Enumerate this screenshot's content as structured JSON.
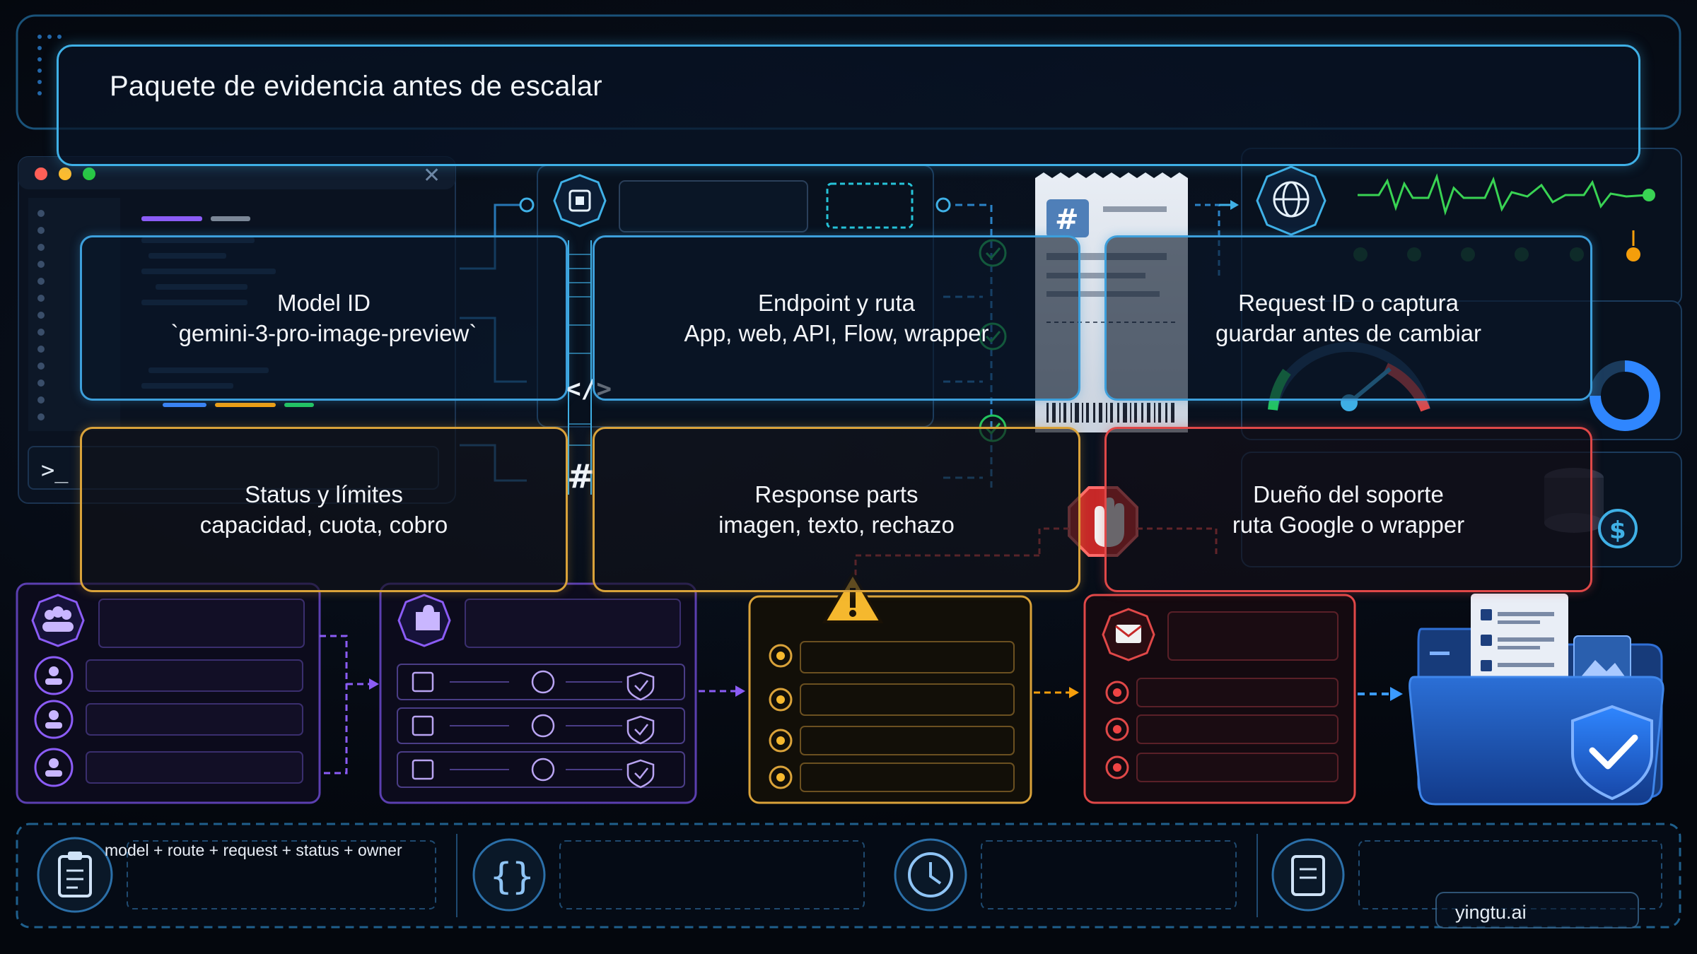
{
  "header": {
    "title": "Paquete de evidencia antes de escalar"
  },
  "cards": [
    {
      "id": "model-id",
      "tone": "blue",
      "lines": [
        "Model ID",
        "`gemini-3-pro-image-preview`"
      ]
    },
    {
      "id": "endpoint",
      "tone": "blue",
      "lines": [
        "Endpoint y ruta",
        "App, web, API, Flow, wrapper"
      ]
    },
    {
      "id": "request-id",
      "tone": "blue",
      "lines": [
        "Request ID o captura",
        "guardar antes de cambiar"
      ]
    },
    {
      "id": "status",
      "tone": "amber",
      "lines": [
        "Status y límites",
        "capacidad, cuota, cobro"
      ]
    },
    {
      "id": "response",
      "tone": "amber",
      "lines": [
        "Response parts",
        "imagen, texto, rechazo"
      ]
    },
    {
      "id": "owner",
      "tone": "red",
      "lines": [
        "Dueño del soporte",
        "ruta Google o wrapper"
      ]
    }
  ],
  "footer": {
    "caption": "model + route + request + status + owner",
    "watermark": "yingtu.ai"
  },
  "icons": {
    "chip": "chip-icon",
    "globe": "globe-icon",
    "hash": "hash-icon",
    "code": "code-icon",
    "stop": "stop-hand-icon",
    "warning": "warning-icon",
    "mail": "mail-icon",
    "users": "users-icon",
    "puzzle": "puzzle-icon",
    "folder": "folder-shield-icon",
    "clipboard": "clipboard-icon",
    "braces": "braces-icon",
    "clock": "clock-icon",
    "edit": "edit-checklist-icon",
    "dollar": "dollar-icon",
    "terminal": "terminal-icon"
  },
  "colors": {
    "blue": "#3d9fdb",
    "amber": "#d9a23a",
    "red": "#e04848",
    "purple": "#8b5cf6",
    "green": "#39d353"
  }
}
